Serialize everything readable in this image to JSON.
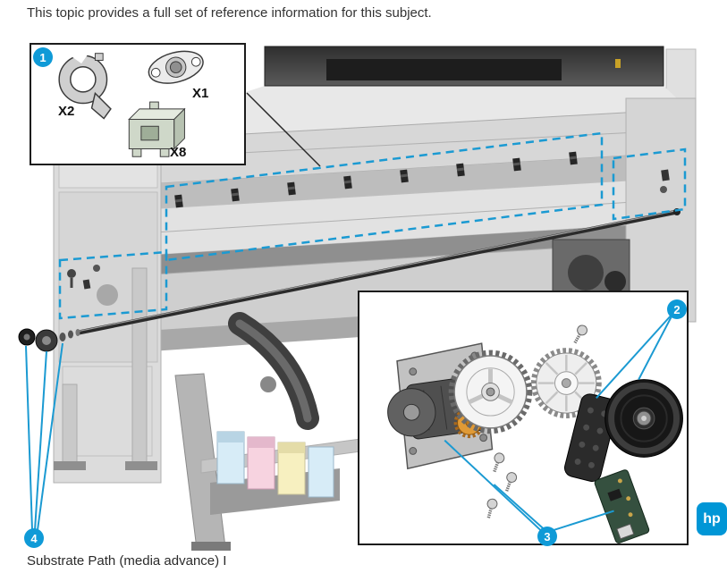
{
  "page": {
    "intro_text": "This topic provides a full set of reference information for this subject.",
    "caption": "Substrate Path (media advance) I"
  },
  "callouts": {
    "c1": "1",
    "c2": "2",
    "c3": "3",
    "c4": "4"
  },
  "parts_legend": {
    "x2": "X2",
    "x1": "X1",
    "x8": "X8"
  },
  "logo": {
    "text": "hp"
  },
  "colors": {
    "callout_blue": "#0f9ad7",
    "highlight_blue": "#1b9ad2",
    "hp_blue": "#0096d6"
  }
}
